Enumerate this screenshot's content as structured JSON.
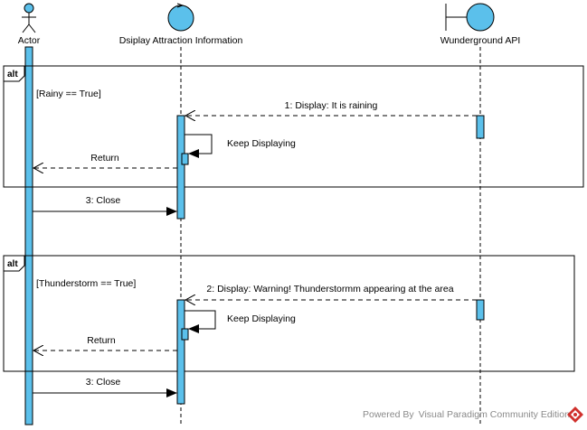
{
  "colors": {
    "lifeline_fill": "#5bc0eb",
    "stroke": "#000000",
    "watermark": "#8a8a8a",
    "logo": "#d0312d"
  },
  "participants": [
    {
      "name": "Actor",
      "shape": "actor-icon"
    },
    {
      "name": "Dsiplay Attraction Information",
      "shape": "control-icon"
    },
    {
      "name": "Wunderground API",
      "shape": "boundary-icon"
    }
  ],
  "fragments": [
    {
      "operator": "alt",
      "guard": "[Rainy == True]"
    },
    {
      "operator": "alt",
      "guard": "[Thunderstorm == True]"
    }
  ],
  "messages": {
    "m1": "1: Display: It is raining",
    "self1": "Keep Displaying",
    "return1": "Return",
    "close1": "3: Close",
    "m2": "2: Display: Warning! Thunderstormm appearing at the area",
    "self2": "Keep Displaying",
    "return2": "Return",
    "close2": "3: Close"
  },
  "watermark": "Powered By  Visual Paradigm Community Edition"
}
